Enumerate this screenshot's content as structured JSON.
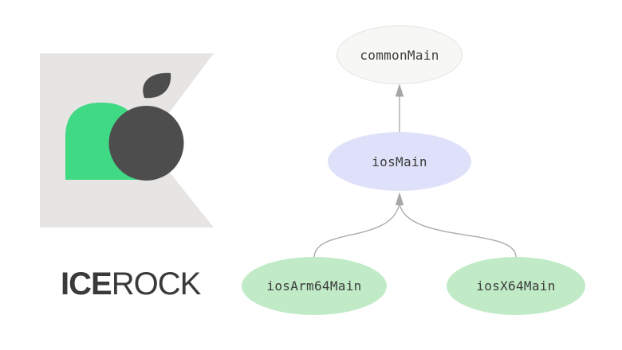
{
  "brand": {
    "bold": "ICE",
    "light": "ROCK"
  },
  "logo": {
    "name": "icerock-apple-logo",
    "colors": {
      "flag_gray": "#e6e5e3",
      "green": "#40d984",
      "dark": "#4d4d4d"
    }
  },
  "graph": {
    "nodes": [
      {
        "id": "commonMain",
        "label": "commonMain",
        "fill": "#f7f7f5",
        "border": "#e3e3e0"
      },
      {
        "id": "iosMain",
        "label": "iosMain",
        "fill": "#dfe1fa",
        "border": "none"
      },
      {
        "id": "iosArm64Main",
        "label": "iosArm64Main",
        "fill": "#c0ebc6",
        "border": "none"
      },
      {
        "id": "iosX64Main",
        "label": "iosX64Main",
        "fill": "#c0ebc6",
        "border": "none"
      }
    ],
    "edges": [
      {
        "from": "iosMain",
        "to": "commonMain"
      },
      {
        "from": "iosArm64Main",
        "to": "iosMain"
      },
      {
        "from": "iosX64Main",
        "to": "iosMain"
      }
    ],
    "edge_color": "#ababab",
    "text_color": "#3b3b3b"
  }
}
